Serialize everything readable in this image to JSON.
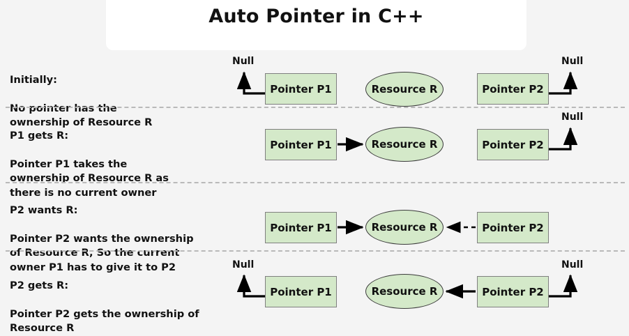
{
  "page": {
    "background_color": "#f4f4f4",
    "title": "Auto Pointer in C++",
    "title_card_color": "#ffffff",
    "node_fill_color": "#d4e9c9",
    "node_border_color": "#7f7f7f",
    "divider_color": "#b9b9b9",
    "text_color": "#111111"
  },
  "labels": {
    "null": "Null",
    "pointer_p1": "Pointer P1",
    "pointer_p2": "Pointer P2",
    "resource_r": "Resource R"
  },
  "rows": [
    {
      "id": "initially",
      "heading": "Initially:",
      "body": "No pointer has the\nownership of Resource R",
      "p1_null": true,
      "p2_null": true,
      "p1_to_r": "none",
      "p2_to_r": "none"
    },
    {
      "id": "p1-gets-r",
      "heading": "P1 gets R:",
      "body": "Pointer P1 takes the\nownership of Resource R as\nthere is no current owner",
      "p1_null": false,
      "p2_null": true,
      "p1_to_r": "solid",
      "p2_to_r": "none"
    },
    {
      "id": "p2-wants-r",
      "heading": "P2 wants R:",
      "body": "Pointer P2 wants the ownership\nof Resource R, So the current\nowner P1 has to give it to P2",
      "p1_null": false,
      "p2_null": false,
      "p1_to_r": "solid",
      "p2_to_r": "dashed"
    },
    {
      "id": "p2-gets-r",
      "heading": "P2 gets R:",
      "body": "Pointer P2 gets the ownership of\nResource R",
      "p1_null": true,
      "p2_null": true,
      "p1_to_r": "none",
      "p2_to_r": "solid"
    }
  ]
}
